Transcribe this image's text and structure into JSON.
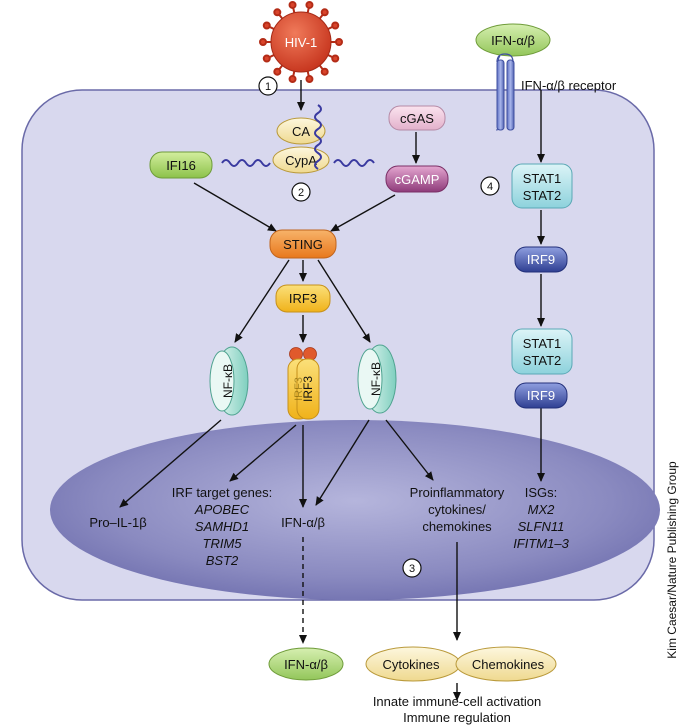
{
  "virus": {
    "label": "HIV-1"
  },
  "steps": {
    "s1": "1",
    "s2": "2",
    "s3": "3",
    "s4": "4"
  },
  "capsid": {
    "ca": "CA",
    "cypa": "CypA"
  },
  "sensors": {
    "ifi16": "IFI16",
    "cgas": "cGAS",
    "cgamp": "cGAMP"
  },
  "sting": "STING",
  "irf3": "IRF3",
  "irf3_dimer": {
    "a": "IRF3",
    "b": "IRF3"
  },
  "nfkb": {
    "left": "NF-κB",
    "right": "NF-κB"
  },
  "ifn_top": "IFN-α/β",
  "receptor_label": "IFN-α/β receptor",
  "stat_top": {
    "a": "STAT1",
    "b": "STAT2"
  },
  "irf9_top": "IRF9",
  "stat_bottom": {
    "a": "STAT1",
    "b": "STAT2"
  },
  "irf9_bottom": "IRF9",
  "nucleus": {
    "pro_il1b": "Pro–IL-1β",
    "irf_genes_title": "IRF target genes:",
    "irf_genes": [
      "APOBEC",
      "SAMHD1",
      "TRIM5",
      "BST2"
    ],
    "ifn": "IFN-α/β",
    "proinflammatory": [
      "Proinflammatory",
      "cytokines/",
      "chemokines"
    ],
    "isgs_title": "ISGs:",
    "isgs": [
      "MX2",
      "SLFN11",
      "IFITM1–3"
    ]
  },
  "secreted_ifn": "IFN-α/β",
  "cytokines": "Cytokines",
  "chemokines": "Chemokines",
  "outcome": [
    "Innate immune-cell activation",
    "Immune regulation"
  ],
  "credit": "Kim Caesar/Nature Publishing Group",
  "colors": {
    "cell_fill": "#d9d9ef",
    "nucleus_fill": "#7f7fb8",
    "virus": "#d9442b",
    "sting": "#f08a2e",
    "irf3": "#f5c12b",
    "ifi16": "#a6d36b",
    "cgas": "#efc8dc",
    "cgamp": "#a34c8e",
    "stat": "#a8dfe6",
    "irf9": "#3c4fa0",
    "nfkb": "#9fdcd0",
    "yellow_pale": "#f7ebb8"
  }
}
